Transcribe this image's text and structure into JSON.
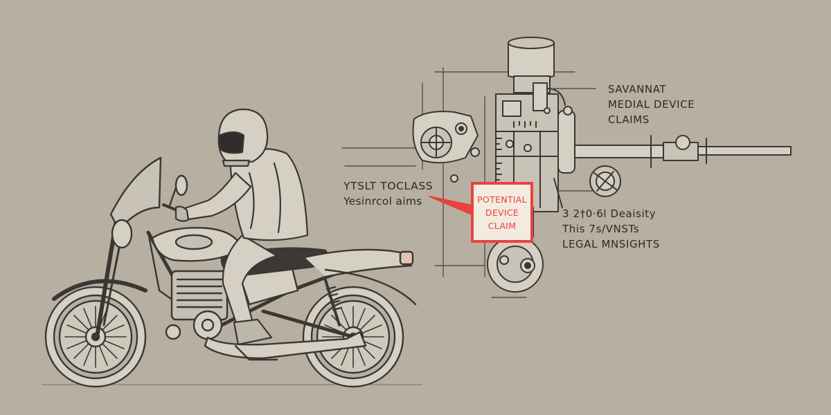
{
  "labels": {
    "top_right": [
      "SAVANNAT",
      "MEDIAL DEVICE",
      "CLAIMS"
    ],
    "left": [
      "YTSLT TOCLASS",
      "Yesinrcol aims"
    ],
    "right": [
      "3 2†0·6l Deaisity",
      "This 7s/VNSTs",
      "LEGAL MNSIGHTS"
    ],
    "callout": [
      "POTENTIAL",
      "DEVICE",
      "CLAIM"
    ]
  },
  "colors": {
    "background": "#b6afa2",
    "ink": "#3a3733",
    "fill": "#d5cfc4",
    "callout": "#e8433d"
  },
  "icons": [
    "motorcycle-icon",
    "rider-icon",
    "helmet-icon",
    "mechanical-device-icon"
  ]
}
